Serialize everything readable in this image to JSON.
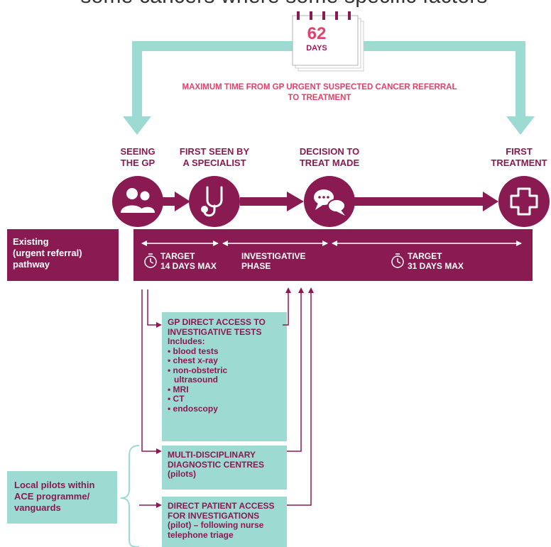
{
  "header": {
    "partial_title": "some cancers where some specific factors"
  },
  "calendar": {
    "number": "62",
    "unit": "DAYS"
  },
  "max_time": {
    "line1": "MAXIMUM TIME FROM GP URGENT SUSPECTED CANCER REFERRAL",
    "line2": "TO TREATMENT"
  },
  "stages": [
    {
      "line1": "SEEING",
      "line2": "THE GP",
      "icon": "people-icon"
    },
    {
      "line1": "FIRST SEEN BY",
      "line2": "A SPECIALIST",
      "icon": "stethoscope-icon"
    },
    {
      "line1": "DECISION TO",
      "line2": "TREAT MADE",
      "icon": "speech-bubbles-icon"
    },
    {
      "line1": "FIRST",
      "line2": "TREATMENT",
      "icon": "medical-cross-icon"
    }
  ],
  "pathway": {
    "label_line1": "Existing",
    "label_line2": "(urgent referral)",
    "label_line3": "pathway",
    "target1_line1": "TARGET",
    "target1_line2": "14 DAYS MAX",
    "phase_line1": "INVESTIGATIVE",
    "phase_line2": "PHASE",
    "target2_line1": "TARGET",
    "target2_line2": "31 DAYS MAX"
  },
  "gp_access": {
    "title_line1": "GP DIRECT ACCESS TO",
    "title_line2": "INVESTIGATIVE TESTS",
    "includes": "Includes:",
    "tests": [
      "• blood tests",
      "• chest x-ray",
      "• non-obstetric",
      "ultrasound",
      "• MRI",
      "• CT",
      "• endoscopy"
    ]
  },
  "mdc": {
    "line1": "MULTI-DISCIPLINARY",
    "line2": "DIAGNOSTIC CENTRES",
    "line3": "(pilots)"
  },
  "pilots": {
    "line1": "Local pilots within",
    "line2": "ACE programme/",
    "line3": "vanguards"
  },
  "direct_patient": {
    "line1": "DIRECT PATIENT ACCESS",
    "line2": "FOR INVESTIGATIONS",
    "line3": "(pilot) – following nurse",
    "line4": "telephone triage"
  },
  "colors": {
    "plum": "#8a1a52",
    "teal": "#9ddad2",
    "pink": "#e0426b"
  }
}
